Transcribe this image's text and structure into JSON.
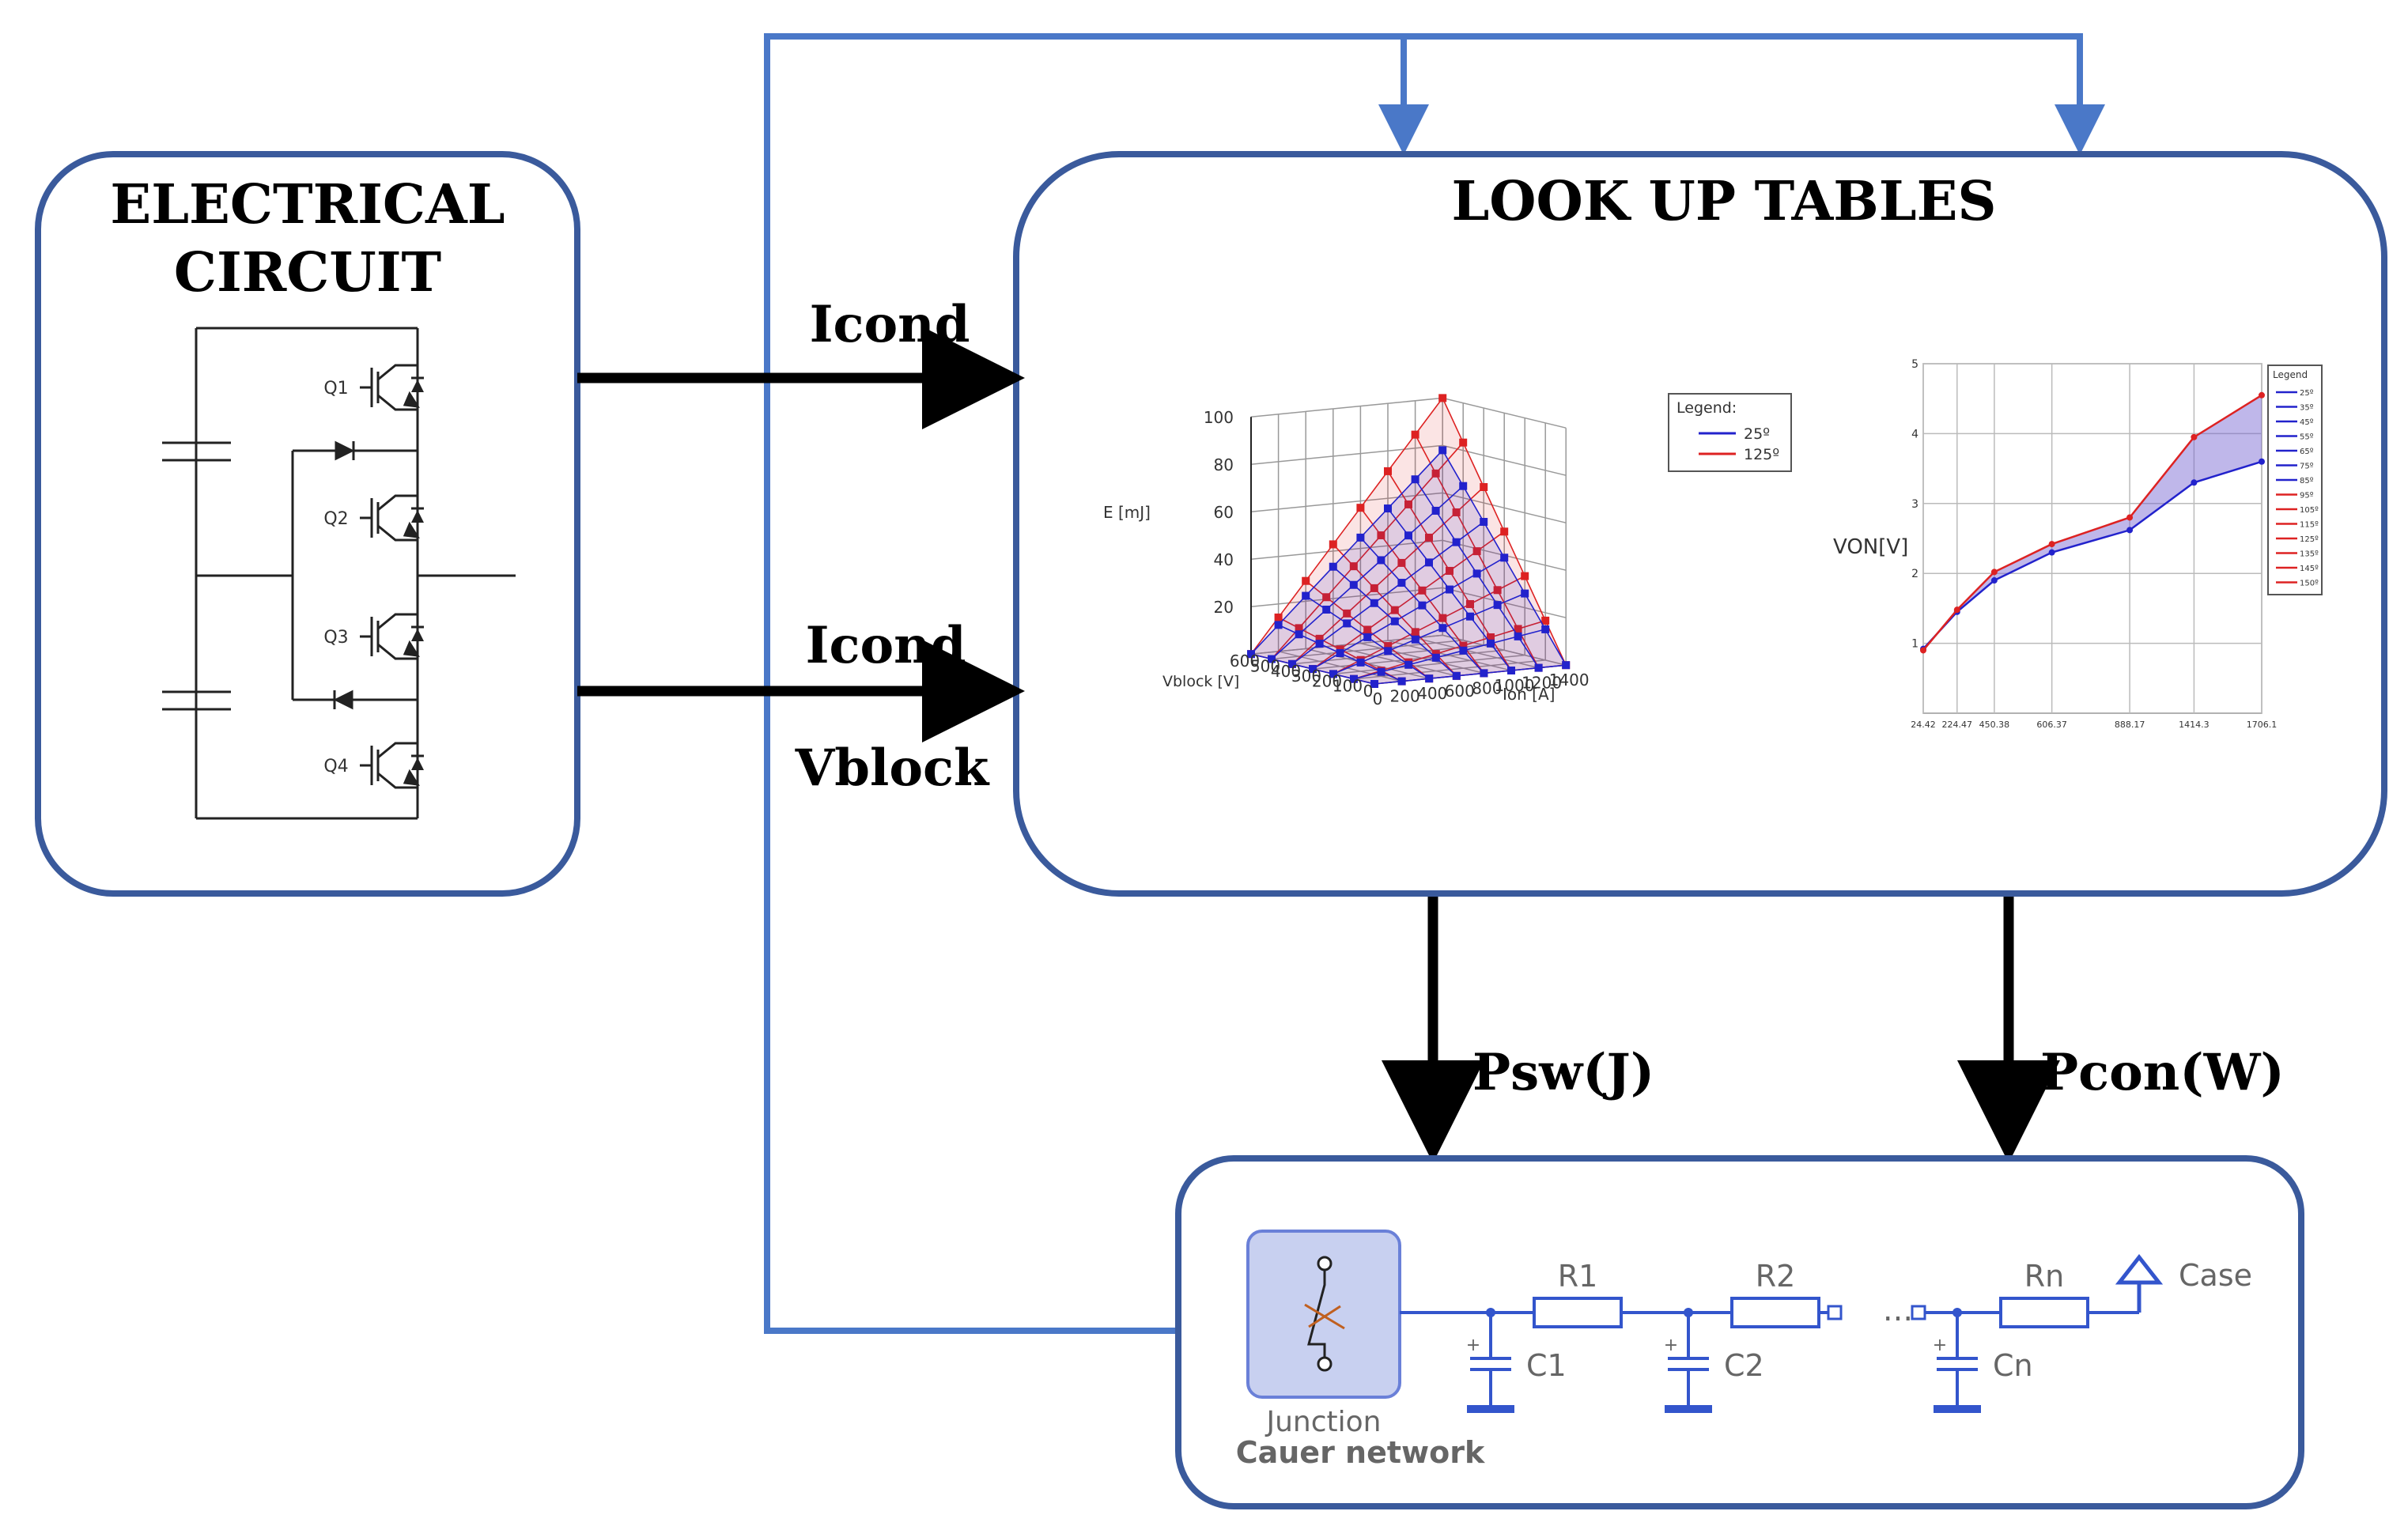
{
  "electrical_circuit": {
    "title_line1": "ELECTRICAL",
    "title_line2": "CIRCUIT",
    "switches": [
      "Q1",
      "Q2",
      "Q3",
      "Q4"
    ]
  },
  "lookup_tables": {
    "title": "LOOK UP TABLES"
  },
  "arrows": {
    "icond_top": "Icond",
    "icond_bottom": "Icond",
    "vblock": "Vblock",
    "psw": "Psw(J)",
    "pcon": "Pcon(W)"
  },
  "cauer": {
    "junction_label": "Junction",
    "network_label": "Cauer network",
    "case_label": "Case",
    "resistors": [
      "R1",
      "R2",
      "Rn"
    ],
    "capacitors": [
      "C1",
      "C2",
      "Cn"
    ],
    "ellipsis": "..."
  },
  "chart_data": [
    {
      "type": "surface3d",
      "zlabel": "E [mJ]",
      "xlabel": "Vblock [V]",
      "ylabel": "Ion [A]",
      "z_ticks": [
        "100",
        "80",
        "60",
        "40",
        "20"
      ],
      "v_ticks": [
        "600",
        "500",
        "400",
        "300",
        "200",
        "100",
        "0"
      ],
      "i_ticks": [
        "0",
        "200",
        "400",
        "600",
        "800",
        "1000",
        "1200",
        "1400"
      ],
      "v_values": [
        0,
        100,
        200,
        300,
        400,
        500,
        600
      ],
      "i_values": [
        0,
        200,
        400,
        600,
        800,
        1000,
        1200,
        1400
      ],
      "zlim": [
        0,
        100
      ],
      "legend_title": "Legend:",
      "series": [
        {
          "name": "25º",
          "color": "#2222cc",
          "scale": 0.78
        },
        {
          "name": "125º",
          "color": "#dd2222",
          "scale": 1.0
        }
      ],
      "e_max_mJ": 100
    },
    {
      "type": "line",
      "ylabel": "VON[V]",
      "y_ticks": [
        "5",
        "4",
        "3",
        "2",
        "1"
      ],
      "x_ticks": [
        "24.42",
        "224.47",
        "450.38",
        "606.37",
        "888.17",
        "1414.3",
        "1706.1"
      ],
      "x": [
        0,
        0.1,
        0.21,
        0.38,
        0.61,
        0.8,
        1.0
      ],
      "ylim": [
        0,
        5
      ],
      "legend_title": "Legend",
      "legend_entries": [
        "25º",
        "35º",
        "45º",
        "55º",
        "65º",
        "75º",
        "85º",
        "95º",
        "105º",
        "115º",
        "125º",
        "135º",
        "145º",
        "150º"
      ],
      "series_low": {
        "name": "25º",
        "values": [
          0.92,
          1.45,
          1.9,
          2.3,
          2.62,
          3.3,
          3.6
        ],
        "color": "#2222cc"
      },
      "series_high": {
        "name": "150º",
        "values": [
          0.9,
          1.48,
          2.02,
          2.42,
          2.8,
          3.95,
          4.55
        ],
        "color": "#dd2222"
      }
    }
  ],
  "colors": {
    "box_border": "#3a5a9c",
    "feedback_line": "#4a78c8",
    "arrow": "#000000",
    "cauer_blue": "#3355cc",
    "junction_fill": "#c8d0f0"
  }
}
